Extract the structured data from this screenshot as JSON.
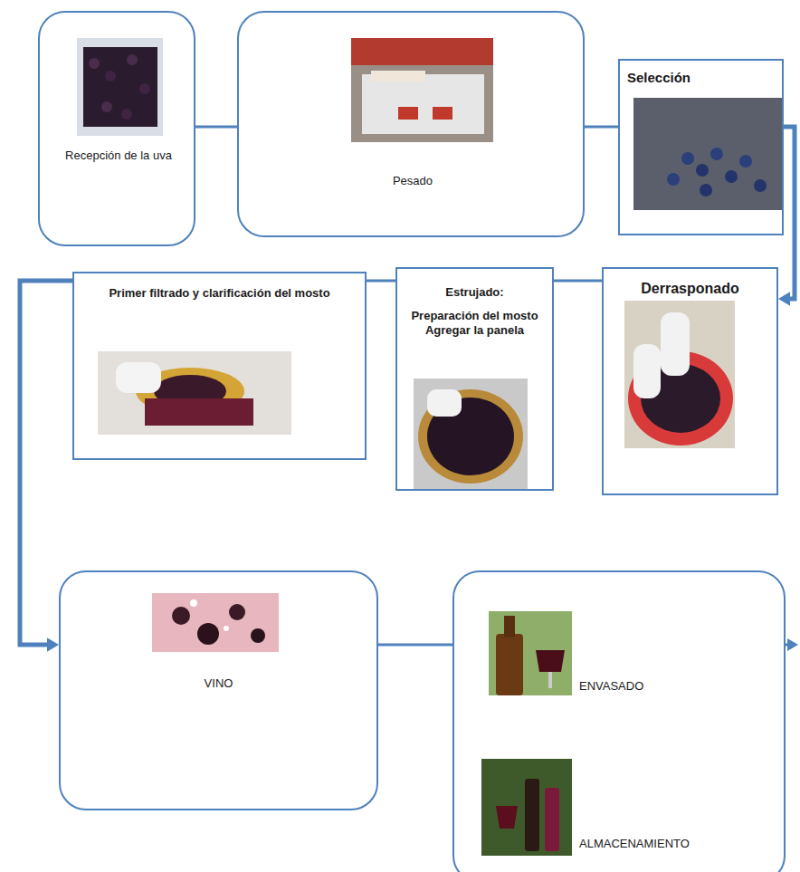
{
  "diagram": {
    "nodes": [
      {
        "text": [
          "Recepción de la uva"
        ]
      },
      {
        "text": [
          "Pesado"
        ]
      },
      {
        "text": [
          "Selección"
        ]
      },
      {
        "text": [
          "Derrasponado"
        ]
      },
      {
        "text": [
          "Estrujado:",
          "Preparación del mosto Agregar la panela"
        ]
      },
      {
        "text": [
          "Primer filtrado y clarificación del mosto"
        ]
      },
      {
        "text": [
          "VINO"
        ]
      },
      {
        "text": [
          "ENVASADO",
          "ALMACENAMIENTO"
        ]
      }
    ],
    "edges": [
      {
        "from": 0,
        "to": 1,
        "arrow": "none"
      },
      {
        "from": 1,
        "to": 2,
        "arrow": "none"
      },
      {
        "from": 2,
        "to": 3,
        "arrow": "to"
      },
      {
        "from": 3,
        "to": 4,
        "arrow": "none"
      },
      {
        "from": 4,
        "to": 5,
        "arrow": "none"
      },
      {
        "from": 5,
        "to": 6,
        "arrow": "to"
      },
      {
        "from": 6,
        "to": 7,
        "arrow": "none"
      }
    ]
  }
}
